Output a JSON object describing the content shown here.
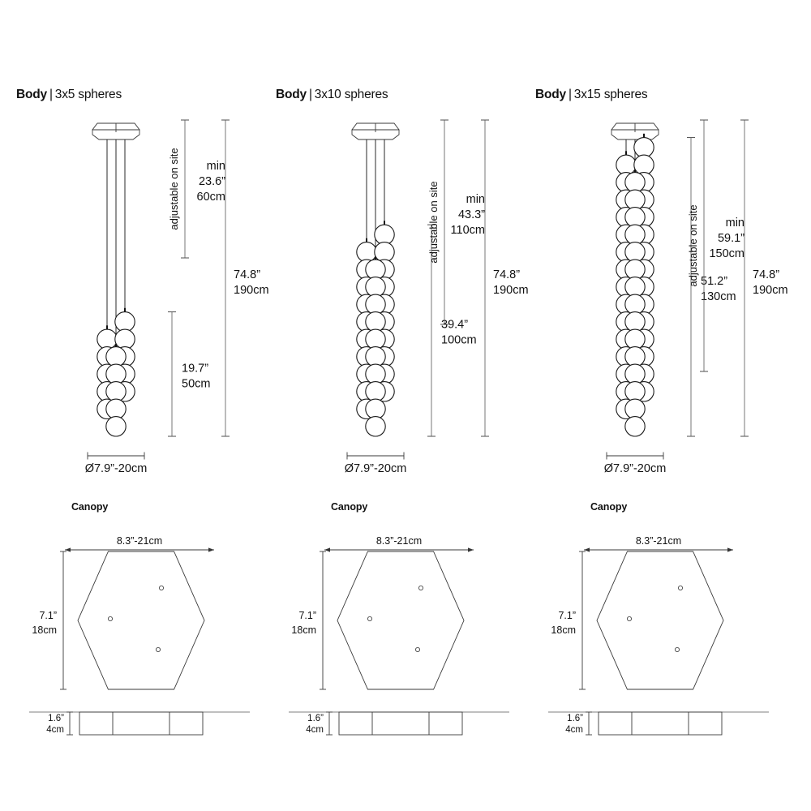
{
  "document": {
    "title": "Pendant lamp dimension drawing",
    "background_color": "#ffffff",
    "line_color": "#333333",
    "text_color": "#111111"
  },
  "common": {
    "body_label": "Body",
    "separator": "|",
    "canopy_label": "Canopy",
    "diameter_label": "Ø7.9”-20cm",
    "total_drop_in": "74.8”",
    "total_drop_cm": "190cm",
    "adjustable_label": "adjustable on site",
    "min_label": "min",
    "canopy_width_label": "8.3”-21cm",
    "canopy_height_in": "7.1”",
    "canopy_height_cm": "18cm",
    "canopy_thickness_in": "1.6”",
    "canopy_thickness_cm": "4cm"
  },
  "panels": [
    {
      "id": "3x5",
      "title_bold": "Body",
      "title_sep": "|",
      "title_light": "3x5 spheres",
      "spheres_per_strand": 5,
      "strands": 3,
      "min_drop_in": "23.6”",
      "min_drop_cm": "60cm",
      "cluster_len_in": "19.7”",
      "cluster_len_cm": "50cm",
      "total_in": "74.8”",
      "total_cm": "190cm",
      "diameter": "Ø7.9”-20cm",
      "canopy": {
        "label": "Canopy",
        "width": "8.3”-21cm",
        "height_in": "7.1”",
        "height_cm": "18cm",
        "thickness_in": "1.6”",
        "thickness_cm": "4cm",
        "hole_count": 3
      }
    },
    {
      "id": "3x10",
      "title_bold": "Body",
      "title_sep": "|",
      "title_light": "3x10 spheres",
      "spheres_per_strand": 10,
      "strands": 3,
      "min_drop_in": "43.3”",
      "min_drop_cm": "110cm",
      "cluster_len_in": "39.4”",
      "cluster_len_cm": "100cm",
      "total_in": "74.8”",
      "total_cm": "190cm",
      "diameter": "Ø7.9”-20cm",
      "canopy": {
        "label": "Canopy",
        "width": "8.3”-21cm",
        "height_in": "7.1”",
        "height_cm": "18cm",
        "thickness_in": "1.6”",
        "thickness_cm": "4cm",
        "hole_count": 3
      }
    },
    {
      "id": "3x15",
      "title_bold": "Body",
      "title_sep": "|",
      "title_light": "3x15 spheres",
      "spheres_per_strand": 15,
      "strands": 3,
      "min_drop_in": "59.1”",
      "min_drop_cm": "150cm",
      "cluster_len_in": "51.2”",
      "cluster_len_cm": "130cm",
      "total_in": "74.8”",
      "total_cm": "190cm",
      "diameter": "Ø7.9”-20cm",
      "canopy": {
        "label": "Canopy",
        "width": "8.3”-21cm",
        "height_in": "7.1”",
        "height_cm": "18cm",
        "thickness_in": "1.6”",
        "thickness_cm": "4cm",
        "hole_count": 3
      }
    }
  ]
}
